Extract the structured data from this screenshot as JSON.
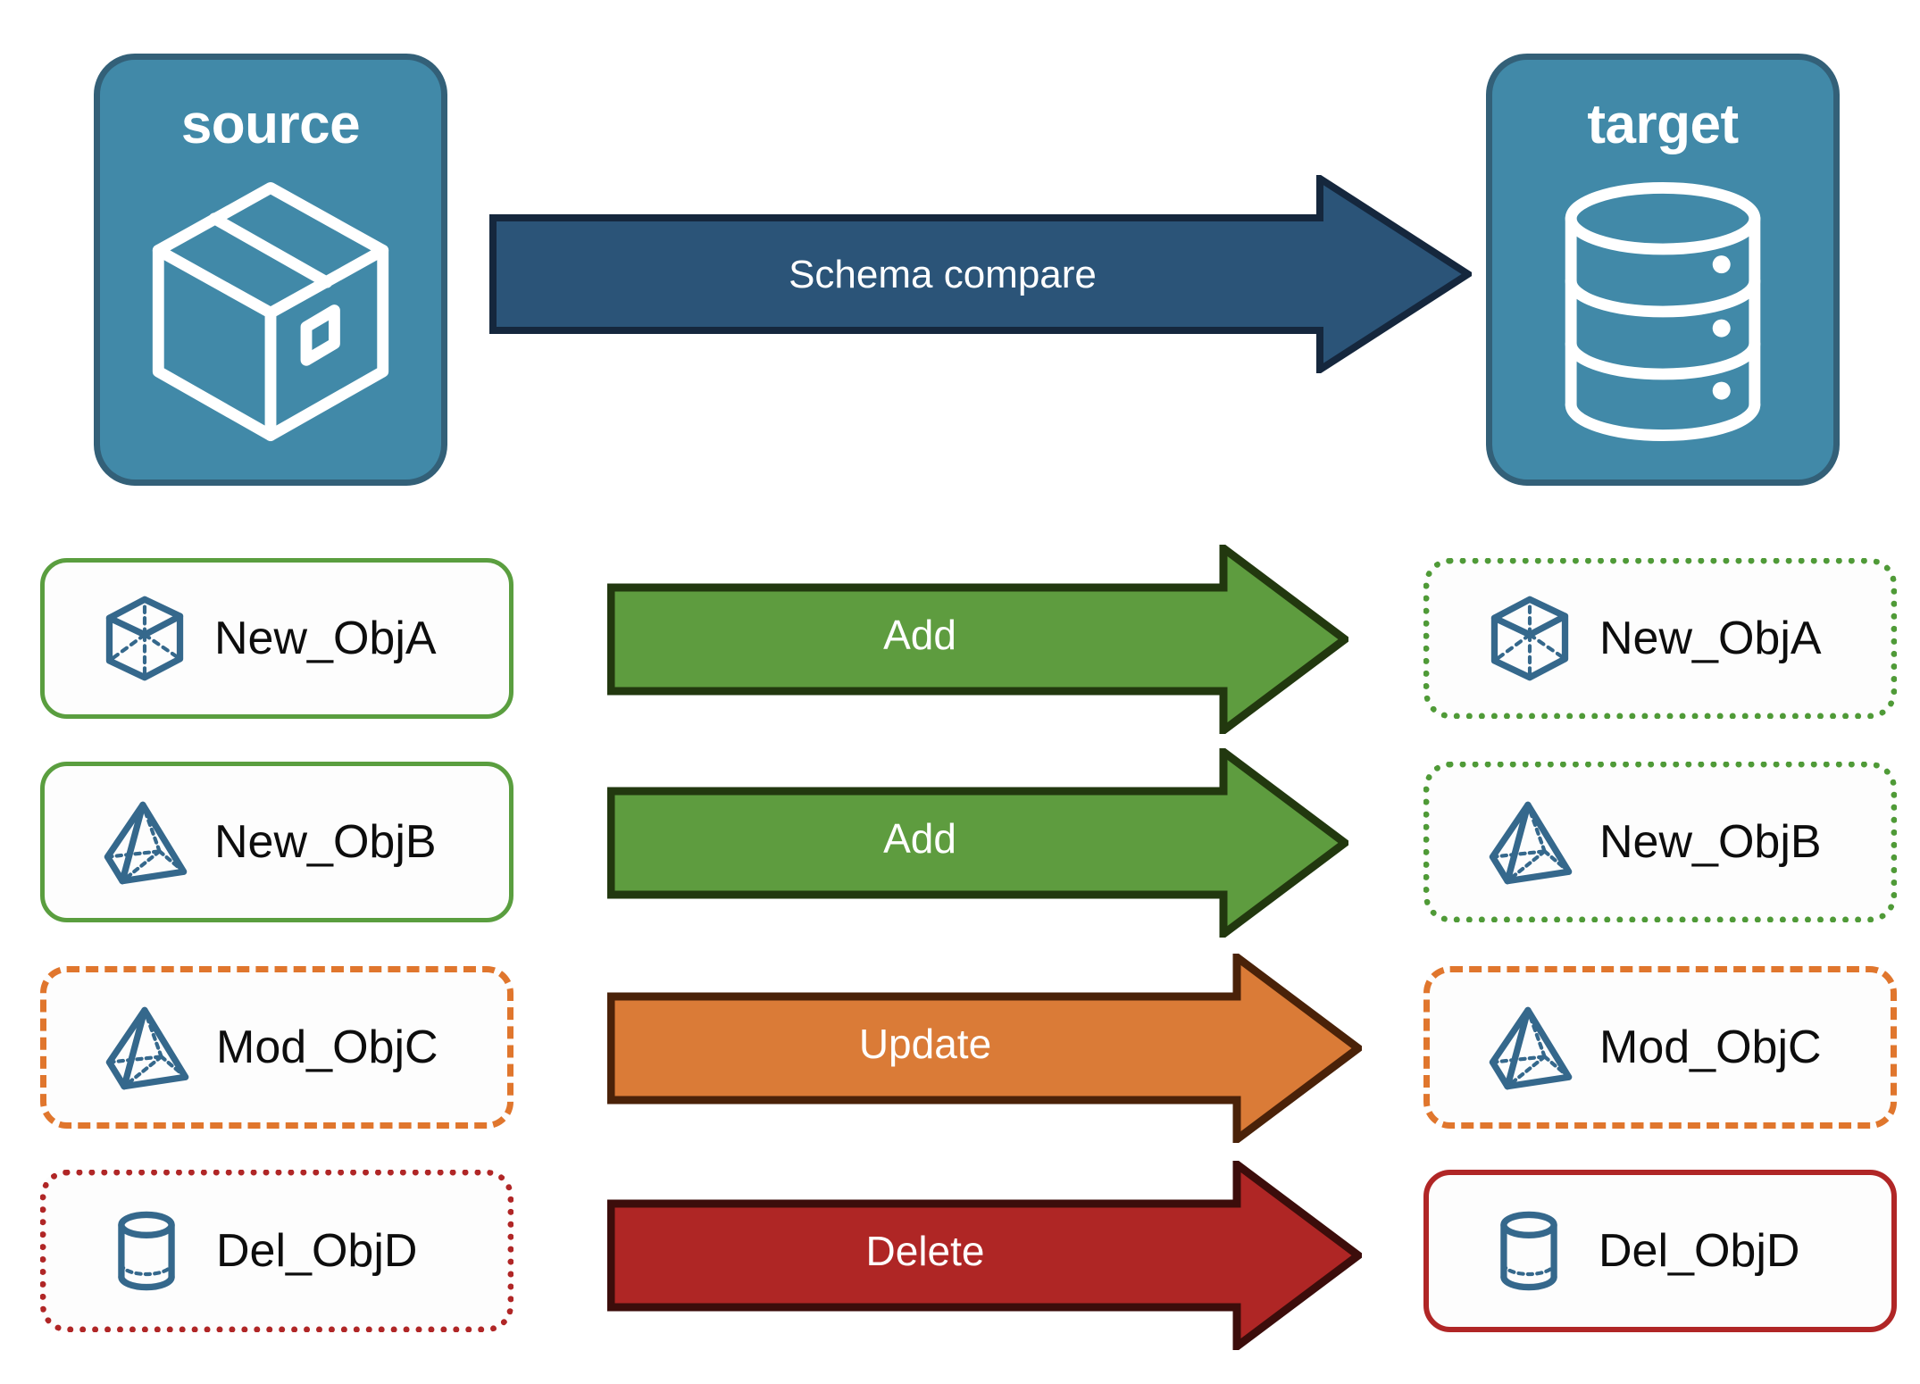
{
  "diagram": {
    "title": "Schema compare source to target",
    "endpoints": [
      {
        "id": "source",
        "label": "source",
        "icon": "package-box-icon"
      },
      {
        "id": "target",
        "label": "target",
        "icon": "database-cylinder-icon"
      }
    ],
    "main_arrow": {
      "label": "Schema compare",
      "fill": "#2b5478",
      "stroke": "#15273d",
      "text_color": "#ffffff"
    },
    "rows": [
      {
        "action": "Add",
        "arrow_fill": "#5e9c3f",
        "arrow_stroke": "#22380f",
        "source": {
          "label": "New_ObjA",
          "icon": "wireframe-cube-icon",
          "border_style": "solid",
          "border_color": "#5a9e3f"
        },
        "target": {
          "label": "New_ObjA",
          "icon": "wireframe-cube-icon",
          "border_style": "dotted",
          "border_color": "#4f9a37"
        }
      },
      {
        "action": "Add",
        "arrow_fill": "#5e9c3f",
        "arrow_stroke": "#22380f",
        "source": {
          "label": "New_ObjB",
          "icon": "wireframe-pyramid-icon",
          "border_style": "solid",
          "border_color": "#5a9e3f"
        },
        "target": {
          "label": "New_ObjB",
          "icon": "wireframe-pyramid-icon",
          "border_style": "dotted",
          "border_color": "#4f9a37"
        }
      },
      {
        "action": "Update",
        "arrow_fill": "#da7b37",
        "arrow_stroke": "#4a2209",
        "source": {
          "label": "Mod_ObjC",
          "icon": "wireframe-pyramid-icon",
          "border_style": "dashed",
          "border_color": "#e0762d"
        },
        "target": {
          "label": "Mod_ObjC",
          "icon": "wireframe-pyramid-icon",
          "border_style": "dashed",
          "border_color": "#e0762d"
        }
      },
      {
        "action": "Delete",
        "arrow_fill": "#af2625",
        "arrow_stroke": "#3c0d0b",
        "source": {
          "label": "Del_ObjD",
          "icon": "wireframe-cylinder-icon",
          "border_style": "dotted",
          "border_color": "#b02626"
        },
        "target": {
          "label": "Del_ObjD",
          "icon": "wireframe-cylinder-icon",
          "border_style": "solid",
          "border_color": "#b02626"
        }
      }
    ],
    "colors": {
      "card_fill": "#4189a8",
      "card_stroke": "#336078",
      "icon_stroke": "#35688c",
      "background": "#ffffff"
    }
  }
}
